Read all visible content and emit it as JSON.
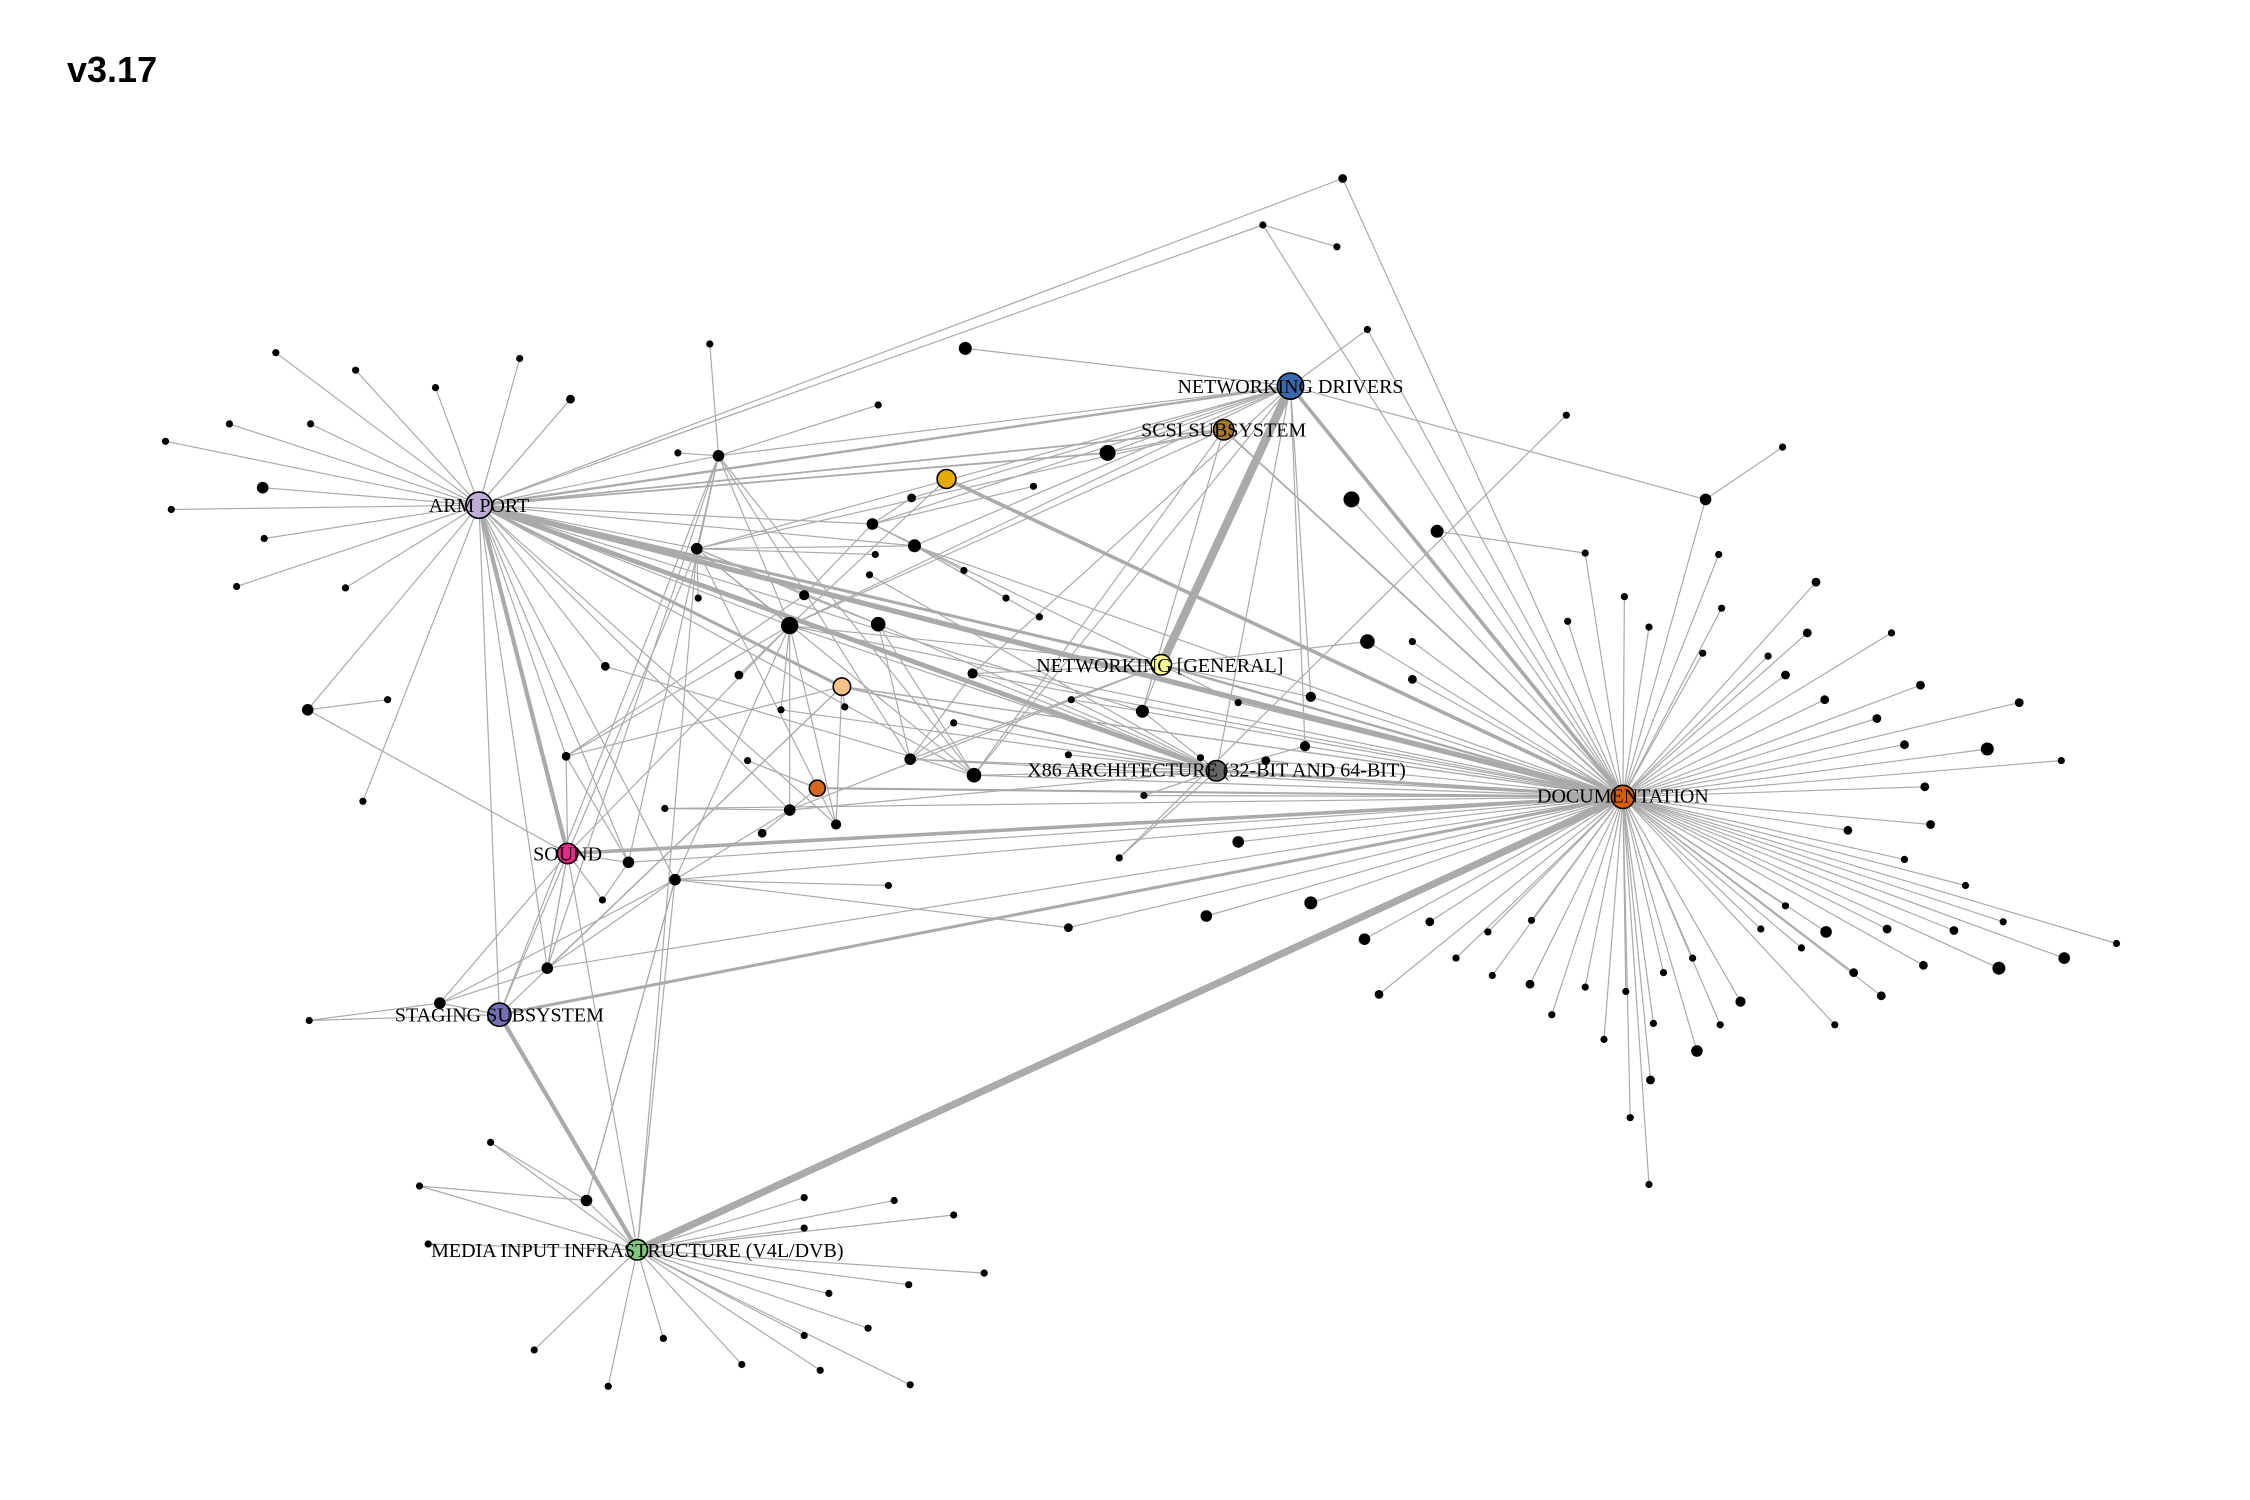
{
  "title": "v3.17",
  "colors": {
    "edge": "#aaaaaa",
    "leaf_node": "#000000",
    "background": "#ffffff"
  },
  "hubs": [
    {
      "id": "arm",
      "label": "ARM PORT",
      "color": "#bcaed7"
    },
    {
      "id": "netdrv",
      "label": "NETWORKING DRIVERS",
      "color": "#3a68ad"
    },
    {
      "id": "scsi",
      "label": "SCSI SUBSYSTEM",
      "color": "#a8782a"
    },
    {
      "id": "netgen",
      "label": "NETWORKING [GENERAL]",
      "color": "#ffff99"
    },
    {
      "id": "x86",
      "label": "X86 ARCHITECTURE (32-BIT AND 64-BIT)",
      "color": "#666666"
    },
    {
      "id": "docs",
      "label": "DOCUMENTATION",
      "color": "#d95f02"
    },
    {
      "id": "sound",
      "label": "SOUND",
      "color": "#e7298a"
    },
    {
      "id": "staging",
      "label": "STAGING SUBSYSTEM",
      "color": "#7570b3"
    },
    {
      "id": "media",
      "label": "MEDIA INPUT INFRASTRUCTURE (V4L/DVB)",
      "color": "#7fc97f"
    },
    {
      "id": "c1",
      "label": "",
      "color": "#e6ab02"
    },
    {
      "id": "c2",
      "label": "",
      "color": "#fdc086"
    },
    {
      "id": "c3",
      "label": "",
      "color": "#d4661e"
    }
  ]
}
